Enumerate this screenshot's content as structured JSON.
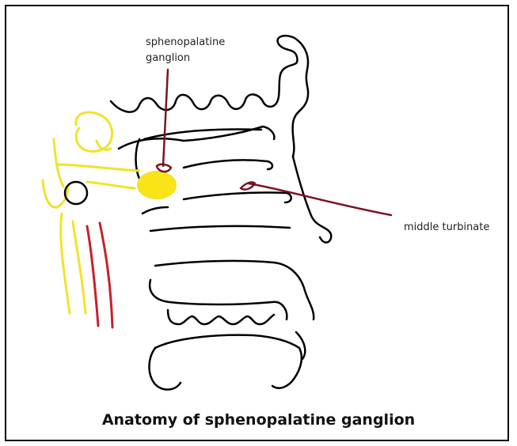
{
  "diagram": {
    "labels": {
      "ganglion_line1": "sphenopalatine",
      "ganglion_line2": "ganglion",
      "middle_turbinate": "middle turbinate"
    },
    "caption": "Anatomy of sphenopalatine ganglion",
    "colors": {
      "outline": "#000000",
      "nerve": "#f2e22a",
      "ganglion_fill": "#f9e517",
      "pointer": "#7a1424",
      "artery": "#c8202a"
    }
  }
}
